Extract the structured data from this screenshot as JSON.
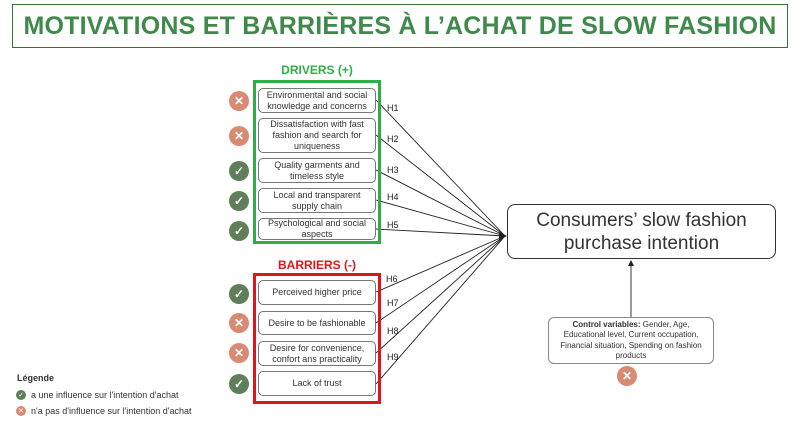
{
  "title": "MOTIVATIONS ET BARRIÈRES À L’ACHAT DE SLOW FASHION",
  "drivers": {
    "label": "DRIVERS (+)",
    "items": [
      {
        "text": "Environmental and social knowledge and concerns",
        "hypothesis": "H1",
        "status": "no-influence"
      },
      {
        "text": "Dissatisfaction with fast fashion and search for uniqueness",
        "hypothesis": "H2",
        "status": "no-influence"
      },
      {
        "text": "Quality garments and timeless style",
        "hypothesis": "H3",
        "status": "influence"
      },
      {
        "text": "Local and transparent supply chain",
        "hypothesis": "H4",
        "status": "influence"
      },
      {
        "text": "Psychological and social aspects",
        "hypothesis": "H5",
        "status": "influence"
      }
    ]
  },
  "barriers": {
    "label": "BARRIERS (-)",
    "items": [
      {
        "text": "Perceived higher price",
        "hypothesis": "H6",
        "status": "influence"
      },
      {
        "text": "Desire to be fashionable",
        "hypothesis": "H7",
        "status": "no-influence"
      },
      {
        "text": "Desire for convenience, confort ans practicality",
        "hypothesis": "H8",
        "status": "no-influence"
      },
      {
        "text": "Lack of trust",
        "hypothesis": "H9",
        "status": "influence"
      }
    ]
  },
  "target": "Consumers’ slow fashion purchase intention",
  "control": {
    "label": "Control variables:",
    "text": "Gender, Age, Educational level, Current occupation, Financial situation, Spending on fashion products",
    "status": "no-influence"
  },
  "legend": {
    "title": "Légende",
    "influence": "a une influence sur l'intention d'achat",
    "no_influence": "n'a pas d'influence sur l'intention d'achat"
  },
  "colors": {
    "title": "#3f8a4a",
    "drivers": "#2fae48",
    "barriers": "#e0141b",
    "check": "#5e7f57",
    "cross": "#d98a73"
  }
}
